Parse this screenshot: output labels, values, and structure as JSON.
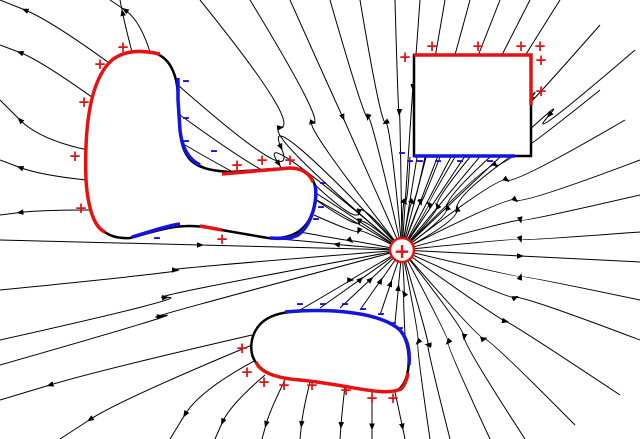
{
  "colors": {
    "positive": "#e81010",
    "negative": "#1414e0",
    "neutral": "#000000",
    "field_line": "#000000",
    "background": "#ffffff"
  },
  "symbols": {
    "plus": "+",
    "minus": "–"
  },
  "point_charge": {
    "label": "+"
  },
  "conductors": [
    {
      "id": "l-shaped-conductor"
    },
    {
      "id": "rectangular-conductor"
    },
    {
      "id": "bean-conductor"
    }
  ]
}
